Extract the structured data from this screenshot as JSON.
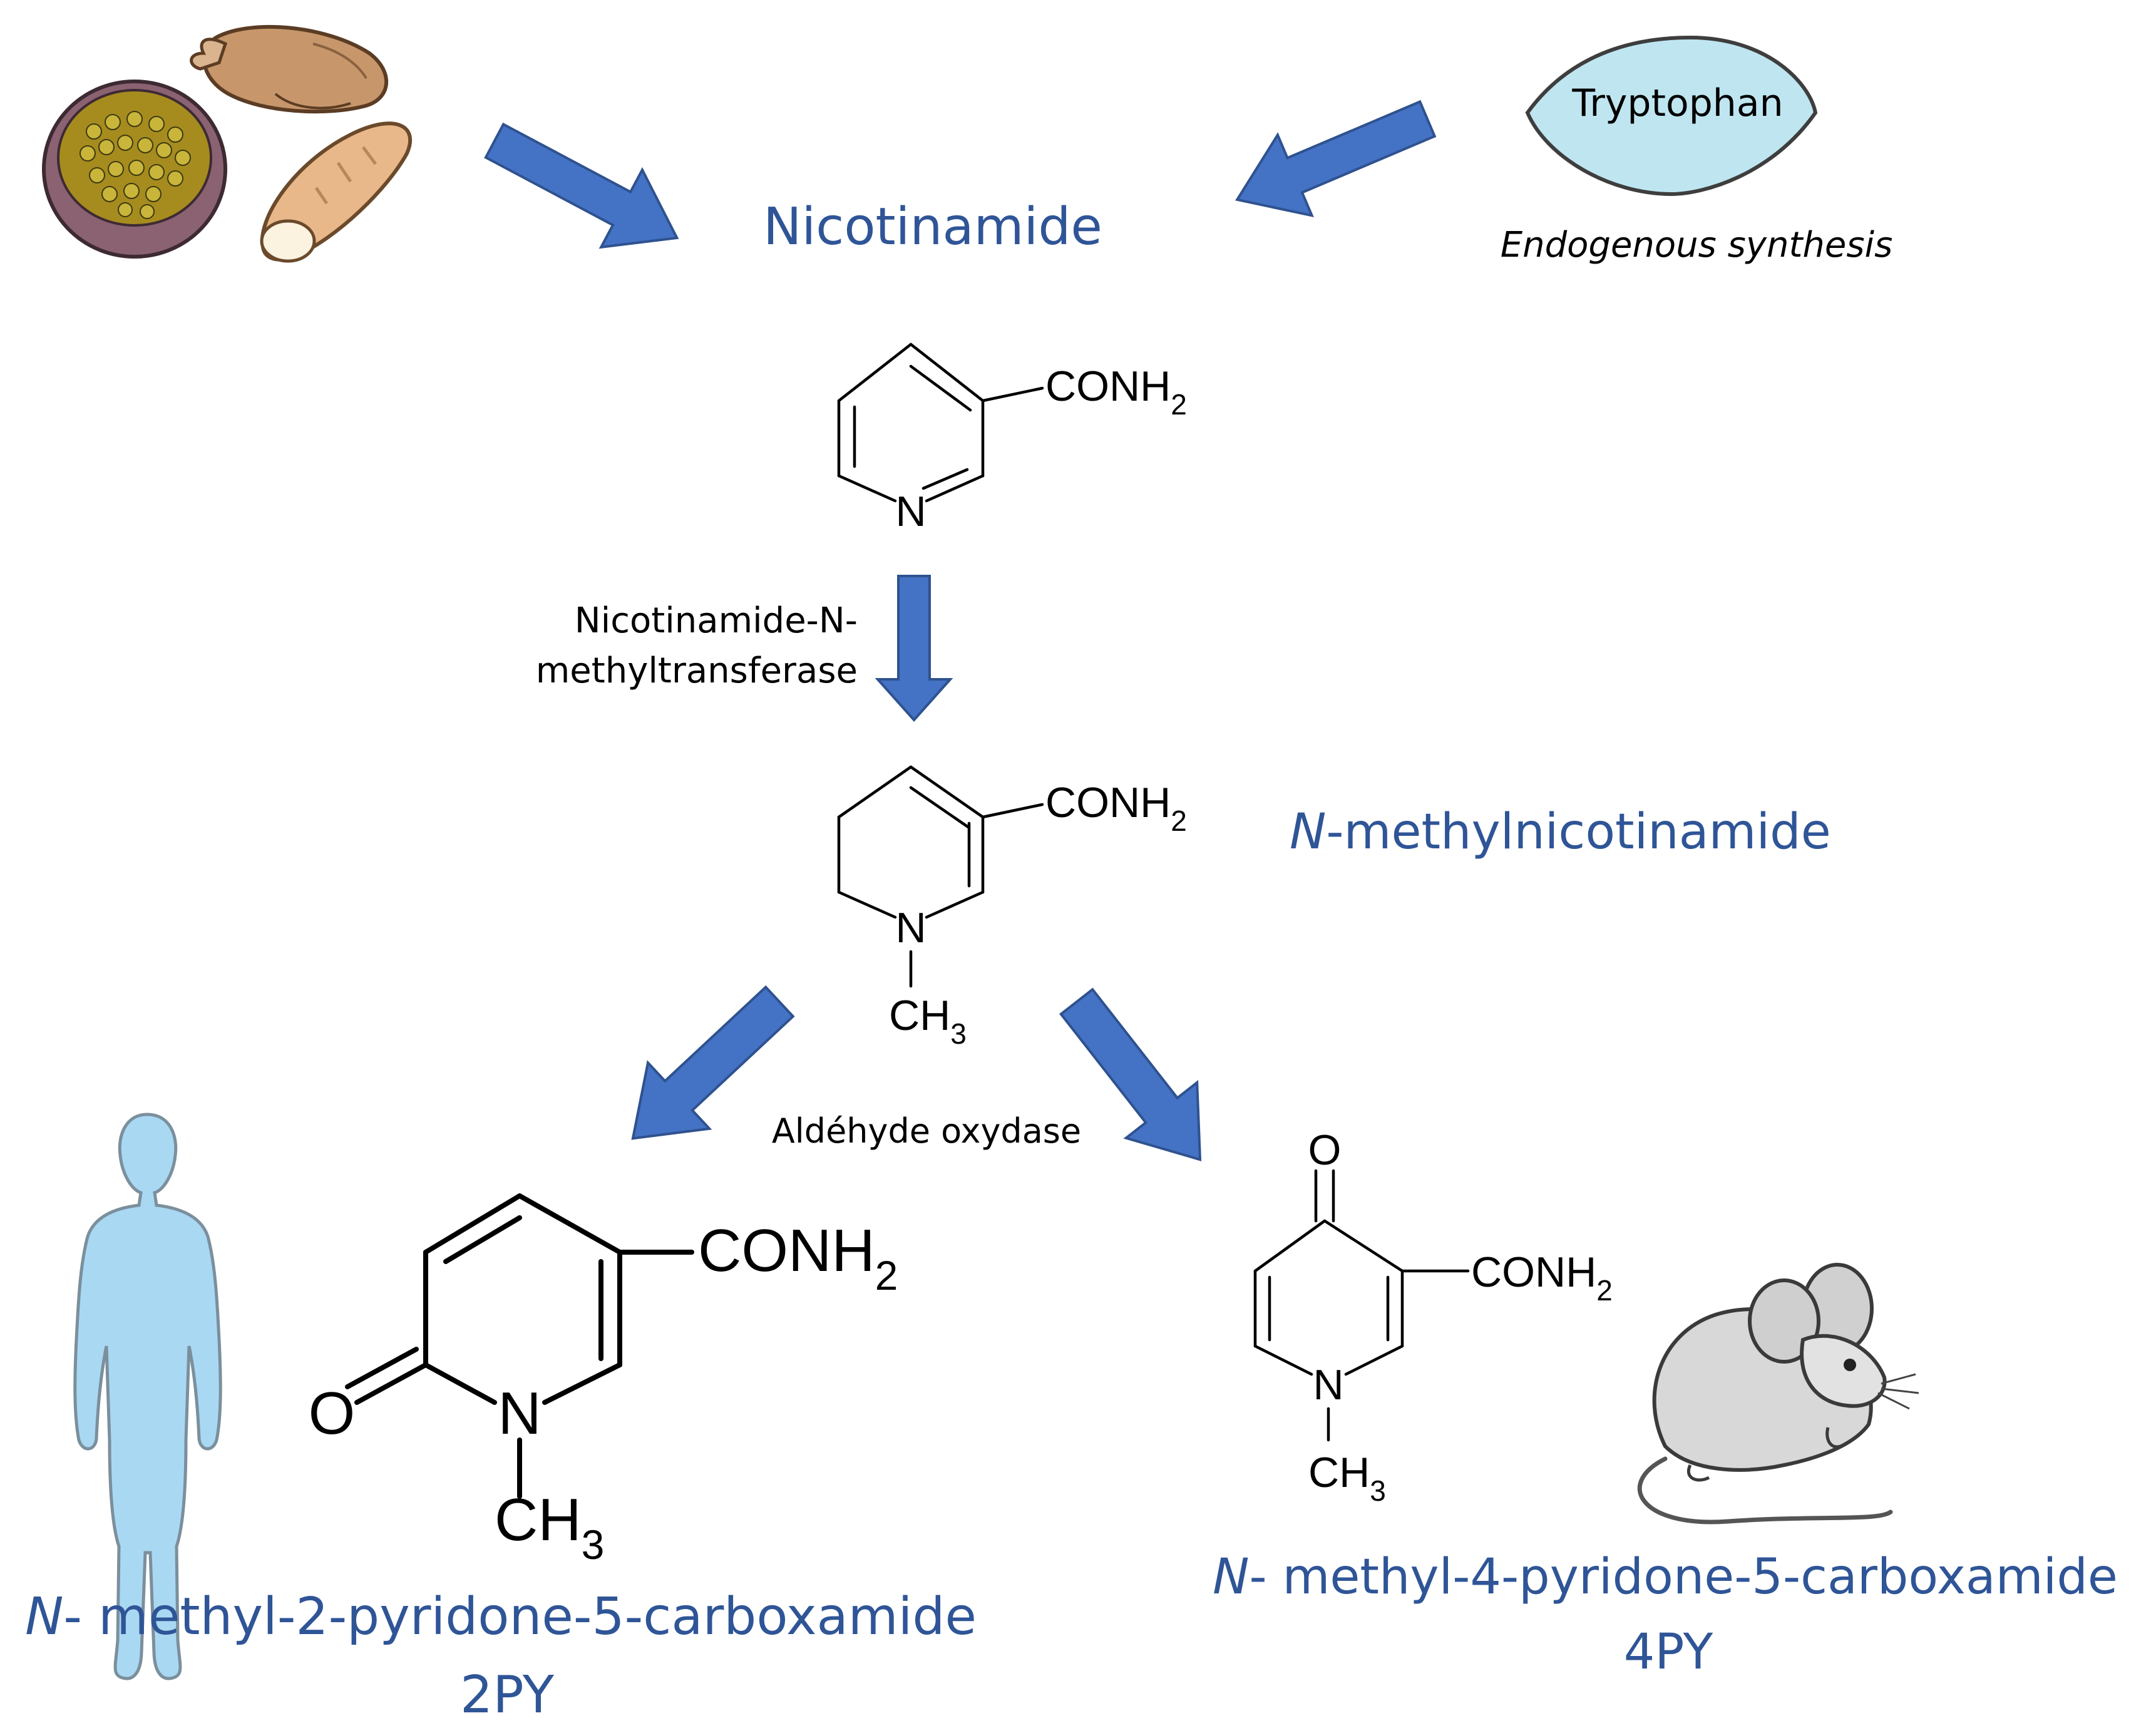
{
  "labels": {
    "nicotinamide": "Nicotinamide",
    "tryptophan": "Tryptophan",
    "endogenous": "Endogenous synthesis",
    "enzyme1_line1": "Nicotinamide-N-",
    "enzyme1_line2": "methyltransferase",
    "nmn_prefix": "N",
    "nmn_rest": "-methylnicotinamide",
    "enzyme2": "Aldéhyde oxydase",
    "py2_prefix": "N",
    "py2_rest": "- methyl-2-pyridone-5-carboxamide",
    "py2_abbr": "2PY",
    "py4_prefix": "N",
    "py4_rest": "- methyl-4-pyridone-5-carboxamide",
    "py4_abbr": "4PY"
  },
  "chem": {
    "conh": "CONH",
    "sub2": "2",
    "n": "N",
    "ch": "CH",
    "sub3": "3",
    "o": "O"
  },
  "icons": [
    "food-bowl-icon",
    "roast-chicken-icon",
    "bread-icon",
    "human-silhouette-icon",
    "mouse-icon"
  ],
  "colors": {
    "label_blue": "#2f5597",
    "arrow_blue": "#4472c4",
    "tryptophan_fill": "#bfe6f0",
    "human_fill": "#a9d8f3"
  }
}
